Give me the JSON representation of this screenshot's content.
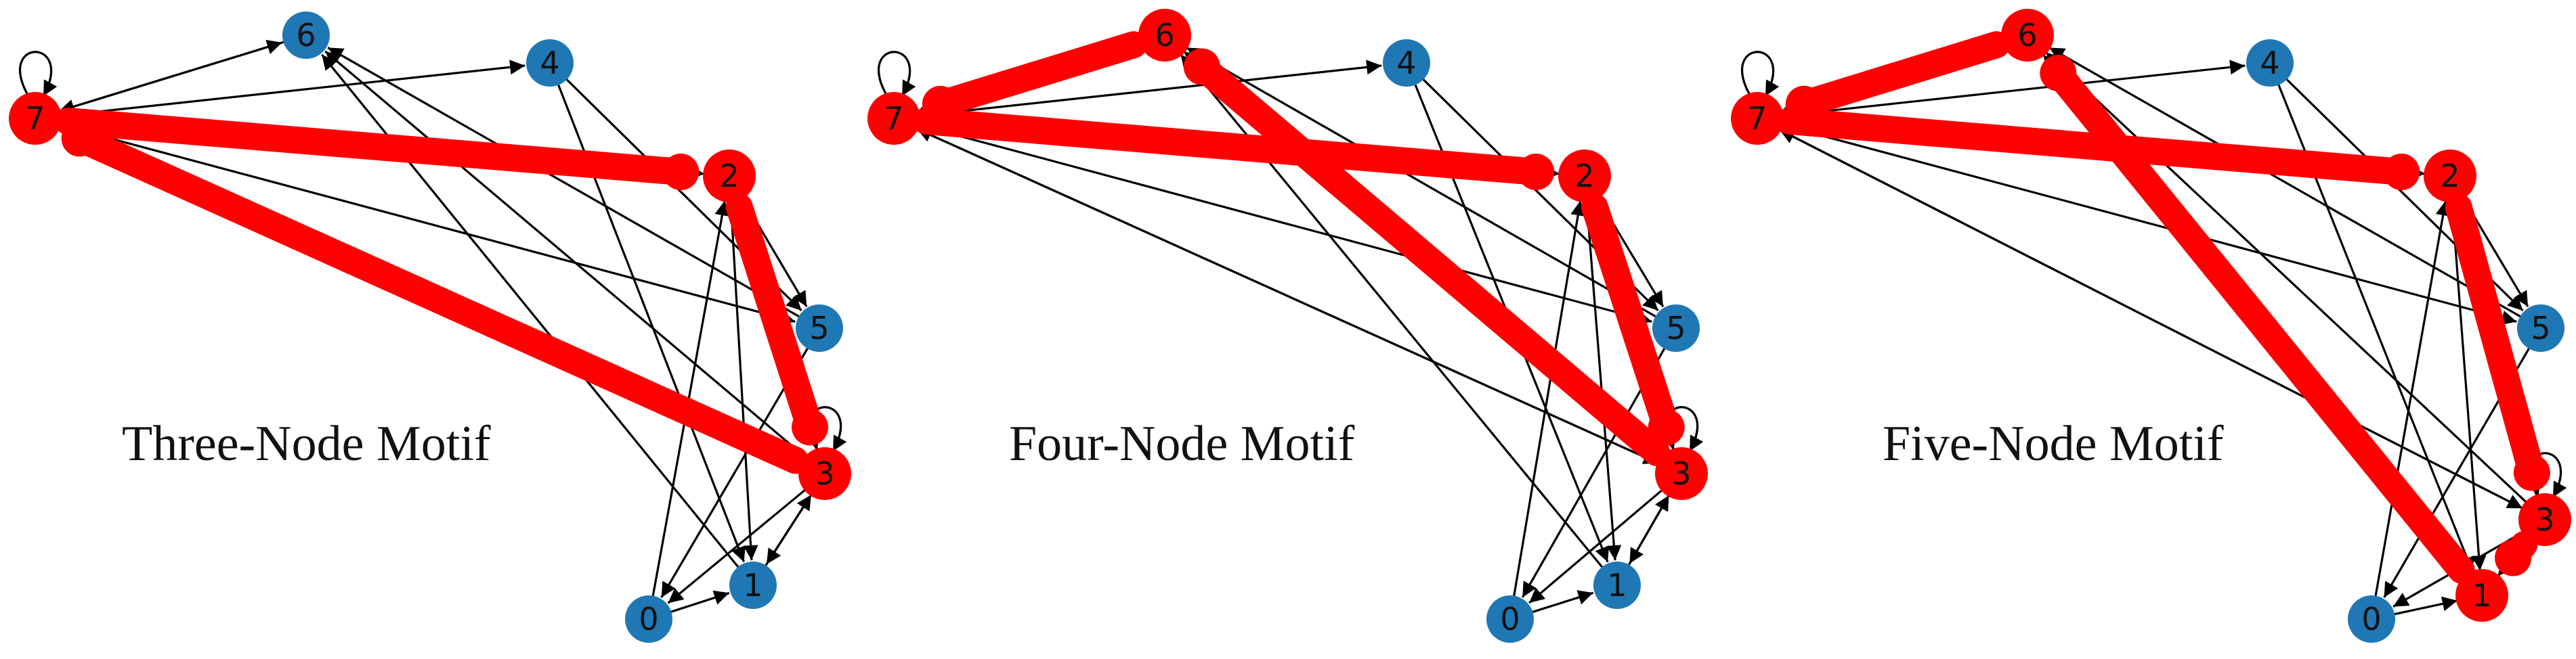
{
  "colors": {
    "node_default": "#1f77b4",
    "node_motif": "#ff0000",
    "edge_default": "#000000",
    "edge_motif": "#ff0000",
    "label": "#111111"
  },
  "graph": {
    "nodes": [
      "0",
      "1",
      "2",
      "3",
      "4",
      "5",
      "6",
      "7"
    ],
    "edges": [
      {
        "from": "7",
        "to": "7"
      },
      {
        "from": "7",
        "to": "6"
      },
      {
        "from": "7",
        "to": "4"
      },
      {
        "from": "7",
        "to": "2"
      },
      {
        "from": "7",
        "to": "5"
      },
      {
        "from": "7",
        "to": "3"
      },
      {
        "from": "6",
        "to": "7"
      },
      {
        "from": "4",
        "to": "5"
      },
      {
        "from": "4",
        "to": "1"
      },
      {
        "from": "2",
        "to": "5"
      },
      {
        "from": "2",
        "to": "3"
      },
      {
        "from": "2",
        "to": "1"
      },
      {
        "from": "3",
        "to": "3"
      },
      {
        "from": "3",
        "to": "6"
      },
      {
        "from": "3",
        "to": "7"
      },
      {
        "from": "3",
        "to": "1"
      },
      {
        "from": "3",
        "to": "0"
      },
      {
        "from": "5",
        "to": "6"
      },
      {
        "from": "5",
        "to": "0"
      },
      {
        "from": "1",
        "to": "6"
      },
      {
        "from": "1",
        "to": "3"
      },
      {
        "from": "0",
        "to": "1"
      },
      {
        "from": "0",
        "to": "2"
      }
    ]
  },
  "panels": [
    {
      "title": "Three-Node Motif",
      "motif_nodes": [
        "7",
        "2",
        "3"
      ],
      "motif_edges": [
        {
          "from": "7",
          "to": "2"
        },
        {
          "from": "2",
          "to": "3"
        },
        {
          "from": "3",
          "to": "7"
        }
      ]
    },
    {
      "title": "Four-Node Motif",
      "motif_nodes": [
        "6",
        "7",
        "2",
        "3"
      ],
      "motif_edges": [
        {
          "from": "6",
          "to": "7"
        },
        {
          "from": "7",
          "to": "2"
        },
        {
          "from": "2",
          "to": "3"
        },
        {
          "from": "3",
          "to": "6"
        }
      ]
    },
    {
      "title": "Five-Node Motif",
      "motif_nodes": [
        "6",
        "7",
        "2",
        "3",
        "1"
      ],
      "motif_edges": [
        {
          "from": "6",
          "to": "7"
        },
        {
          "from": "7",
          "to": "2"
        },
        {
          "from": "2",
          "to": "3"
        },
        {
          "from": "3",
          "to": "1"
        },
        {
          "from": "1",
          "to": "6"
        }
      ]
    }
  ]
}
